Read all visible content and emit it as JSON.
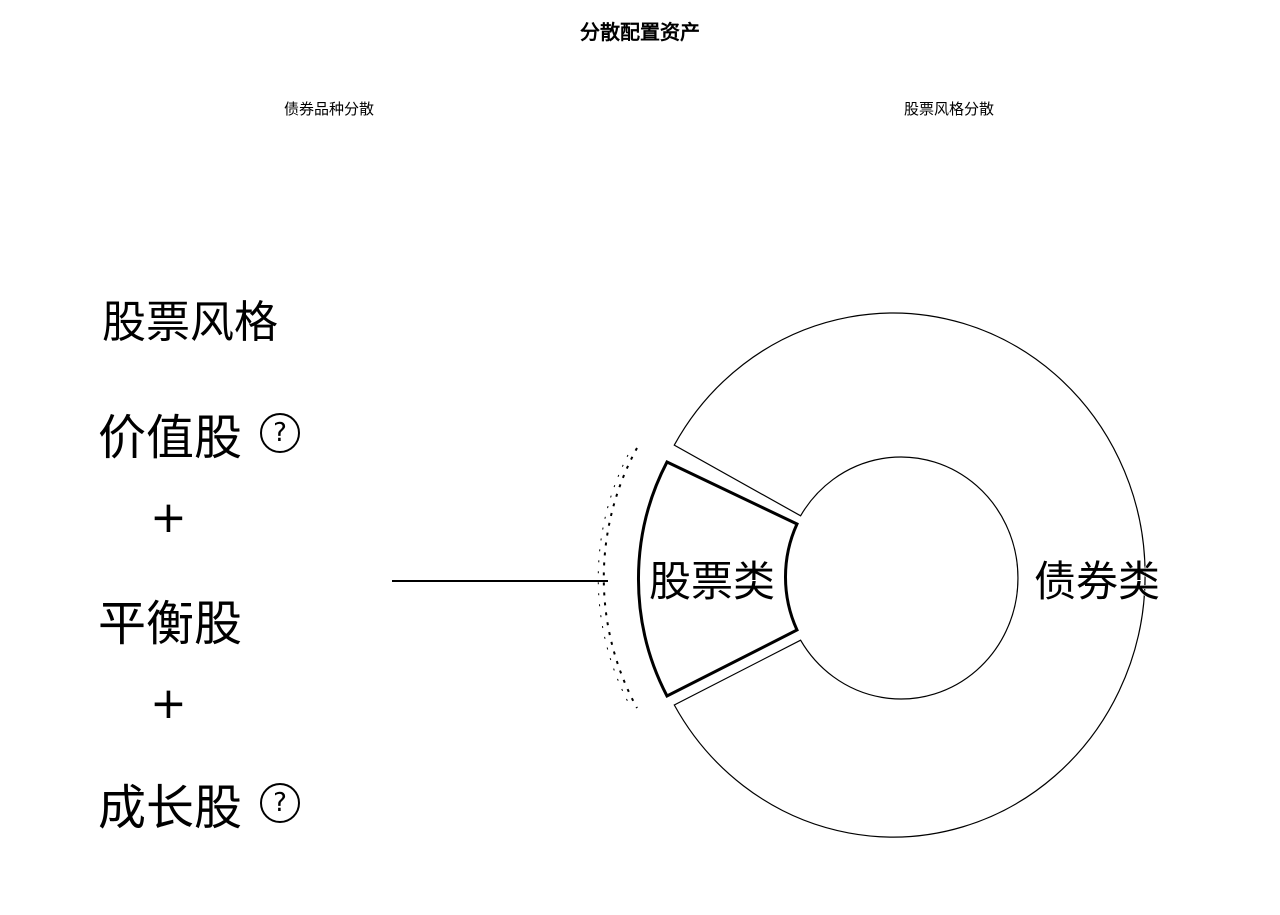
{
  "page": {
    "title": "分散配置资产"
  },
  "tabs": [
    {
      "label": "债券品种分散"
    },
    {
      "label": "股票风格分散"
    }
  ],
  "legend": {
    "title": "股票风格",
    "items": [
      {
        "label": "价值股",
        "help": "?"
      },
      {
        "label": "平衡股",
        "help": ""
      },
      {
        "label": "成长股",
        "help": "?"
      }
    ],
    "plus_sign": "+"
  },
  "donut": {
    "segments": [
      {
        "label": "股票类",
        "selected": true,
        "share": 0.17
      },
      {
        "label": "债券类",
        "selected": false,
        "share": 0.83
      }
    ]
  },
  "colors": {
    "background": "#ffffff",
    "stroke": "#000000"
  }
}
